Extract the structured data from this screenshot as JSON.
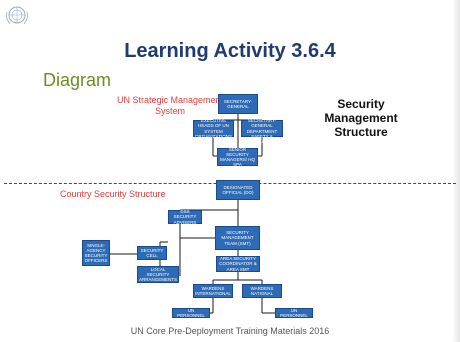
{
  "slide": {
    "title": "Learning Activity 3.6.4",
    "subtitle": "Diagram",
    "footer": "UN Core Pre-Deployment Training Materials 2016"
  },
  "top_section": {
    "caption": "UN Strategic Management System",
    "heading": "Security Management Structure",
    "boxes": {
      "secretary_general": "SECRETARY-GENERAL",
      "executive_heads": "EXECUTIVE HEADS OF UN SYSTEM ORGANIZATIONS",
      "under_secretary": "UNDER SECRETARY-GENERAL DEPARTMENT SAFETY & SECURITY",
      "senior_security": "SENIOR SECURITY MANAGERS/ HQ SPA"
    }
  },
  "bottom_section": {
    "caption": "Country Security Structure",
    "boxes": {
      "designated_official": "DESIGNATED OFFICIAL (DO)",
      "dss_advisers": "DSS SECURITY ADVISERS",
      "security_management_team": "SECURITY MANAGEMENT TEAM (SMT)",
      "single_agency": "SINGLE-AGENCY SECURITY OFFICERS",
      "security_cell": "SECURITY CELL",
      "local_security": "LOCAL SECURITY ARRANGEMENTS",
      "area_security": "AREA SECURITY COORDINATOR & AREA SMT",
      "wardens_international": "WARDENS INTERNATIONAL",
      "wardens_national": "WARDENS NATIONAL",
      "un_personnel_left": "UN PERSONNEL",
      "un_personnel_right": "UN PERSONNEL"
    }
  },
  "colors": {
    "title": "#1f3b72",
    "diagram_label": "#6b8e23",
    "caption": "#e83a3a",
    "box_fill": "#2e6bb6",
    "divider": "#b31b1b"
  }
}
